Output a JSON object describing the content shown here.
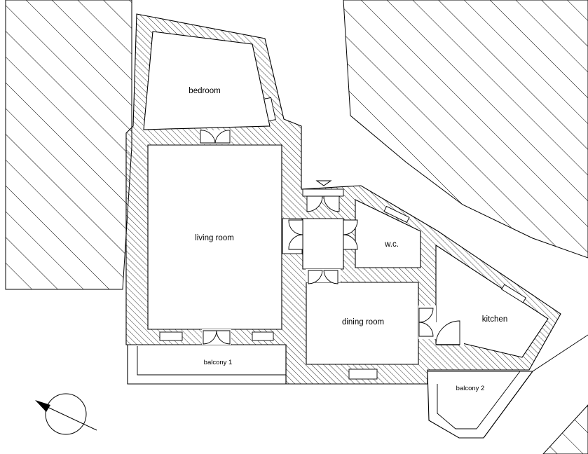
{
  "rooms": {
    "bedroom": "bedroom",
    "living_room": "living room",
    "wc": "w.c.",
    "dining_room": "dining room",
    "kitchen": "kitchen",
    "balcony_1": "balcony 1",
    "balcony_2": "balcony 2"
  },
  "icons": {
    "north_arrow": "north-arrow-icon",
    "entrance_marker": "entrance-triangle-icon"
  }
}
